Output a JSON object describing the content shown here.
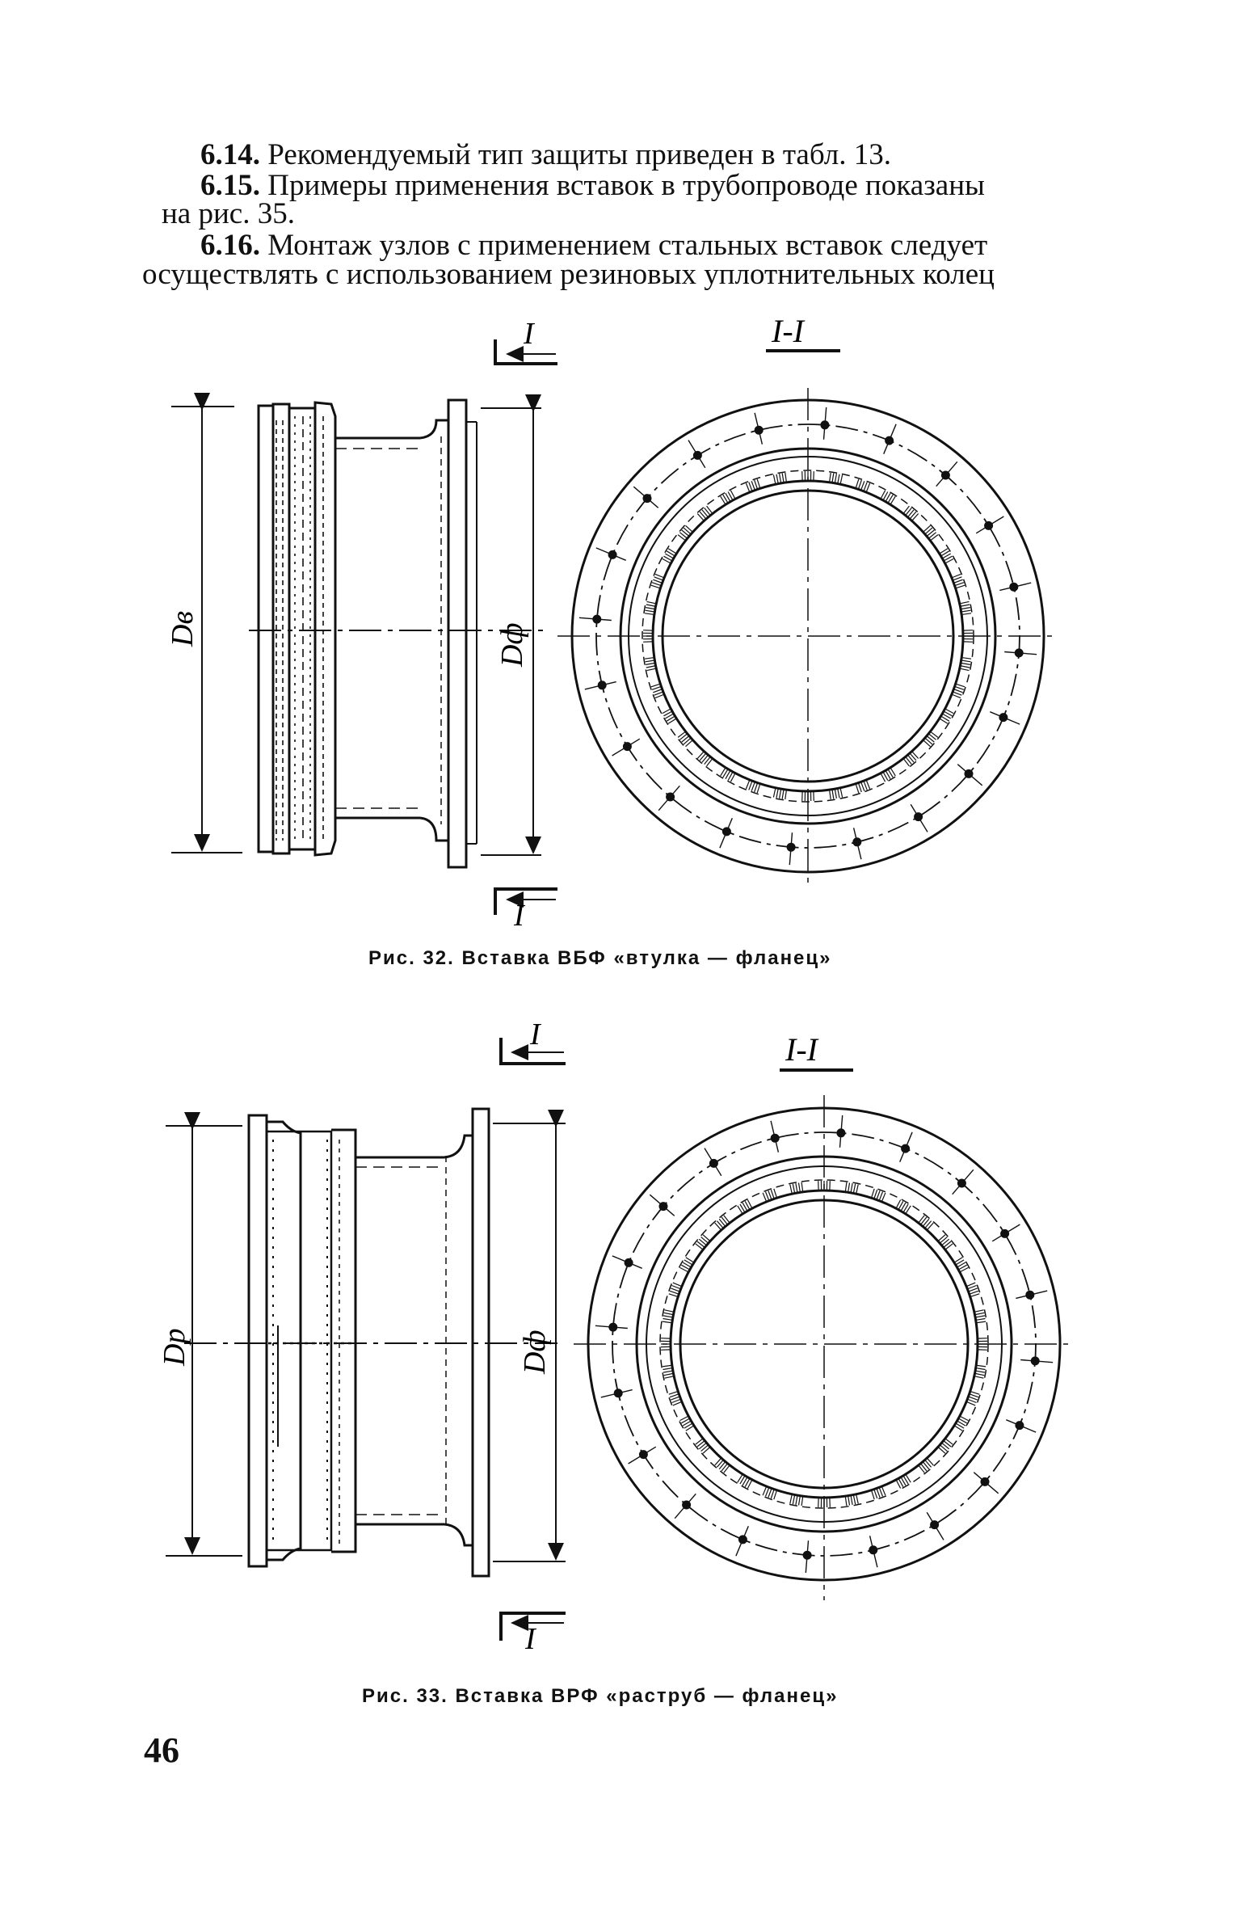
{
  "paragraphs": [
    {
      "num": "6.14.",
      "text": "Рекомендуемый тип защиты приведен в табл. 13."
    },
    {
      "num": "6.15.",
      "text": "Примеры применения вставок в трубопроводе показаны",
      "cont": "на рис. 35."
    },
    {
      "num": "6.16.",
      "text": "Монтаж узлов с применением стальных вставок следует",
      "cont": "осуществлять с использованием резиновых уплотнительных колец"
    }
  ],
  "figures": [
    {
      "caption": "Рис. 32. Вставка ВБФ «втулка — фланец»",
      "section_mark": "I",
      "section_title": "I-I",
      "dim_left": "Dв",
      "dim_right": "Dф"
    },
    {
      "caption": "Рис. 33. Вставка ВРФ «раструб — фланец»",
      "section_mark": "I",
      "section_title": "I-I",
      "dim_left": "Dр",
      "dim_right": "Dф"
    }
  ],
  "page_number": "46"
}
